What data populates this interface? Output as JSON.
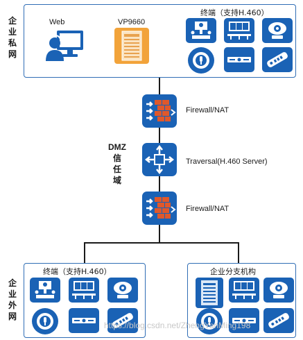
{
  "private_zone": {
    "label": "企业私网",
    "web_label": "Web",
    "vp_label": "VP9660",
    "terminals_label": "终端（支持H.460）"
  },
  "dmz_zone": {
    "label_line1": "DMZ",
    "label_rest": "信任域",
    "firewall_top_label": "Firewall/NAT",
    "traversal_label": "Traversal(H.460 Server)",
    "firewall_bottom_label": "Firewall/NAT"
  },
  "external_zone": {
    "label": "企业外网",
    "terminals_label": "终端（支持H.460）",
    "branch_label": "企业分支机构"
  },
  "watermark": "https://blog.csdn.net/ZhengYanMing198",
  "colors": {
    "frame": "#2f6db5",
    "device_blue": "#1a62b5",
    "vp_orange": "#f2a33a",
    "firewall_red": "#e0582b"
  },
  "icons": [
    "web-user-icon",
    "vp9660-server-icon",
    "conference-room-icon",
    "video-terminal-icon",
    "hd-camera-icon",
    "microphone-icon",
    "video-bar-icon",
    "remote-control-icon",
    "firewall-icon",
    "traversal-server-icon"
  ]
}
